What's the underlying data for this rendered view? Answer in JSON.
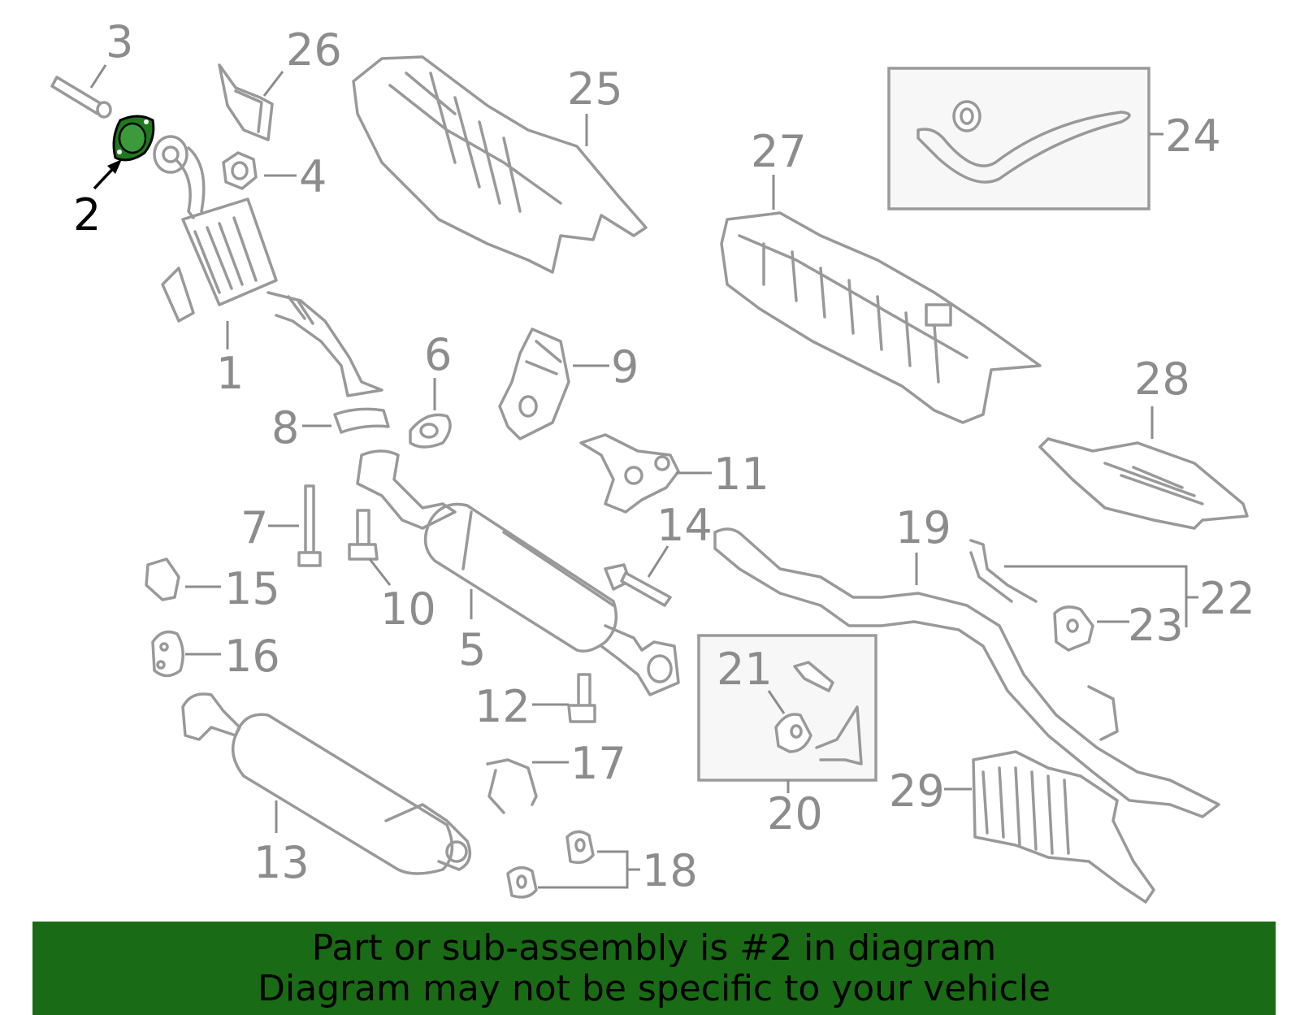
{
  "callouts": {
    "c1": "1",
    "c2": "2",
    "c3": "3",
    "c4": "4",
    "c5": "5",
    "c6": "6",
    "c7": "7",
    "c8": "8",
    "c9": "9",
    "c10": "10",
    "c11": "11",
    "c12": "12",
    "c13": "13",
    "c14": "14",
    "c15": "15",
    "c16": "16",
    "c17": "17",
    "c18": "18",
    "c19": "19",
    "c20": "20",
    "c21": "21",
    "c22": "22",
    "c23": "23",
    "c24": "24",
    "c25": "25",
    "c26": "26",
    "c27": "27",
    "c28": "28",
    "c29": "29"
  },
  "highlight": {
    "part": "2",
    "color": "#1f7a1f"
  },
  "banner": {
    "line1": "Part or sub-assembly is #2 in diagram",
    "line2": "Diagram may not be specific to your vehicle",
    "color": "#1a6b15"
  }
}
